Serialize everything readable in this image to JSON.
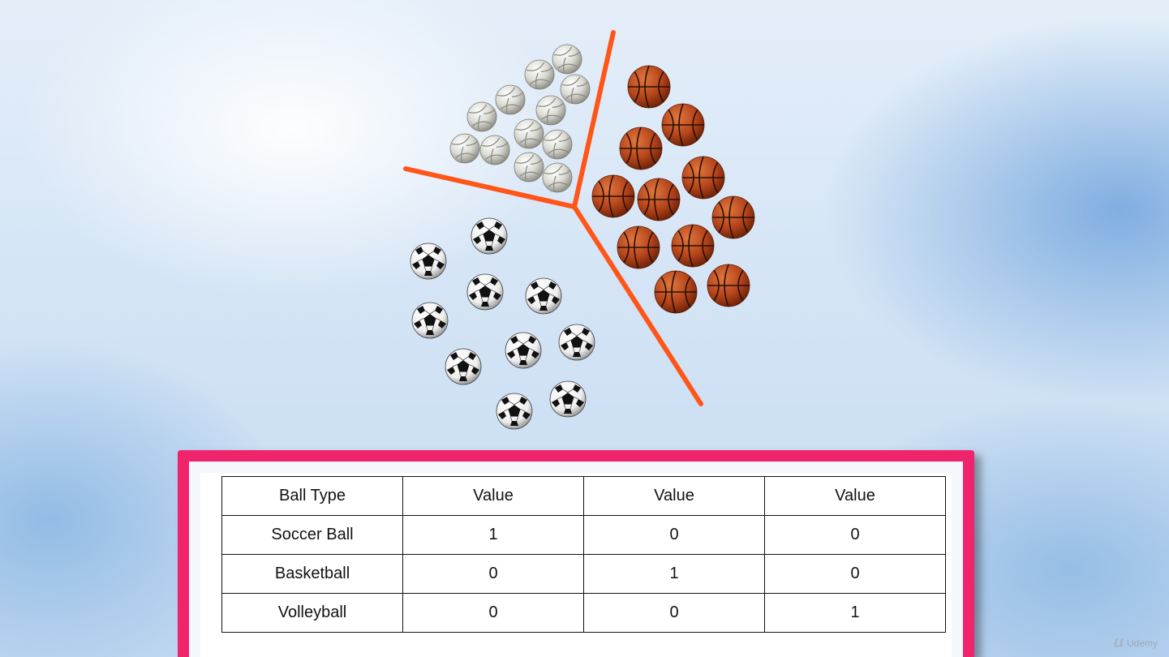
{
  "table": {
    "headers": [
      "Ball Type",
      "Value",
      "Value",
      "Value"
    ],
    "rows": [
      [
        "Soccer Ball",
        "1",
        "0",
        "0"
      ],
      [
        "Basketball",
        "0",
        "1",
        "0"
      ],
      [
        "Volleyball",
        "0",
        "0",
        "1"
      ]
    ]
  },
  "watermark": "Udemy",
  "colors": {
    "divider": "#ff5519",
    "frame": "#f0246c",
    "basketball": "#b5451b",
    "volleyball": "#d9d9d4",
    "soccer": "#ffffff"
  },
  "icons": [
    "volleyball-icon",
    "basketball-icon",
    "soccer-ball-icon",
    "udemy-logo-icon"
  ]
}
